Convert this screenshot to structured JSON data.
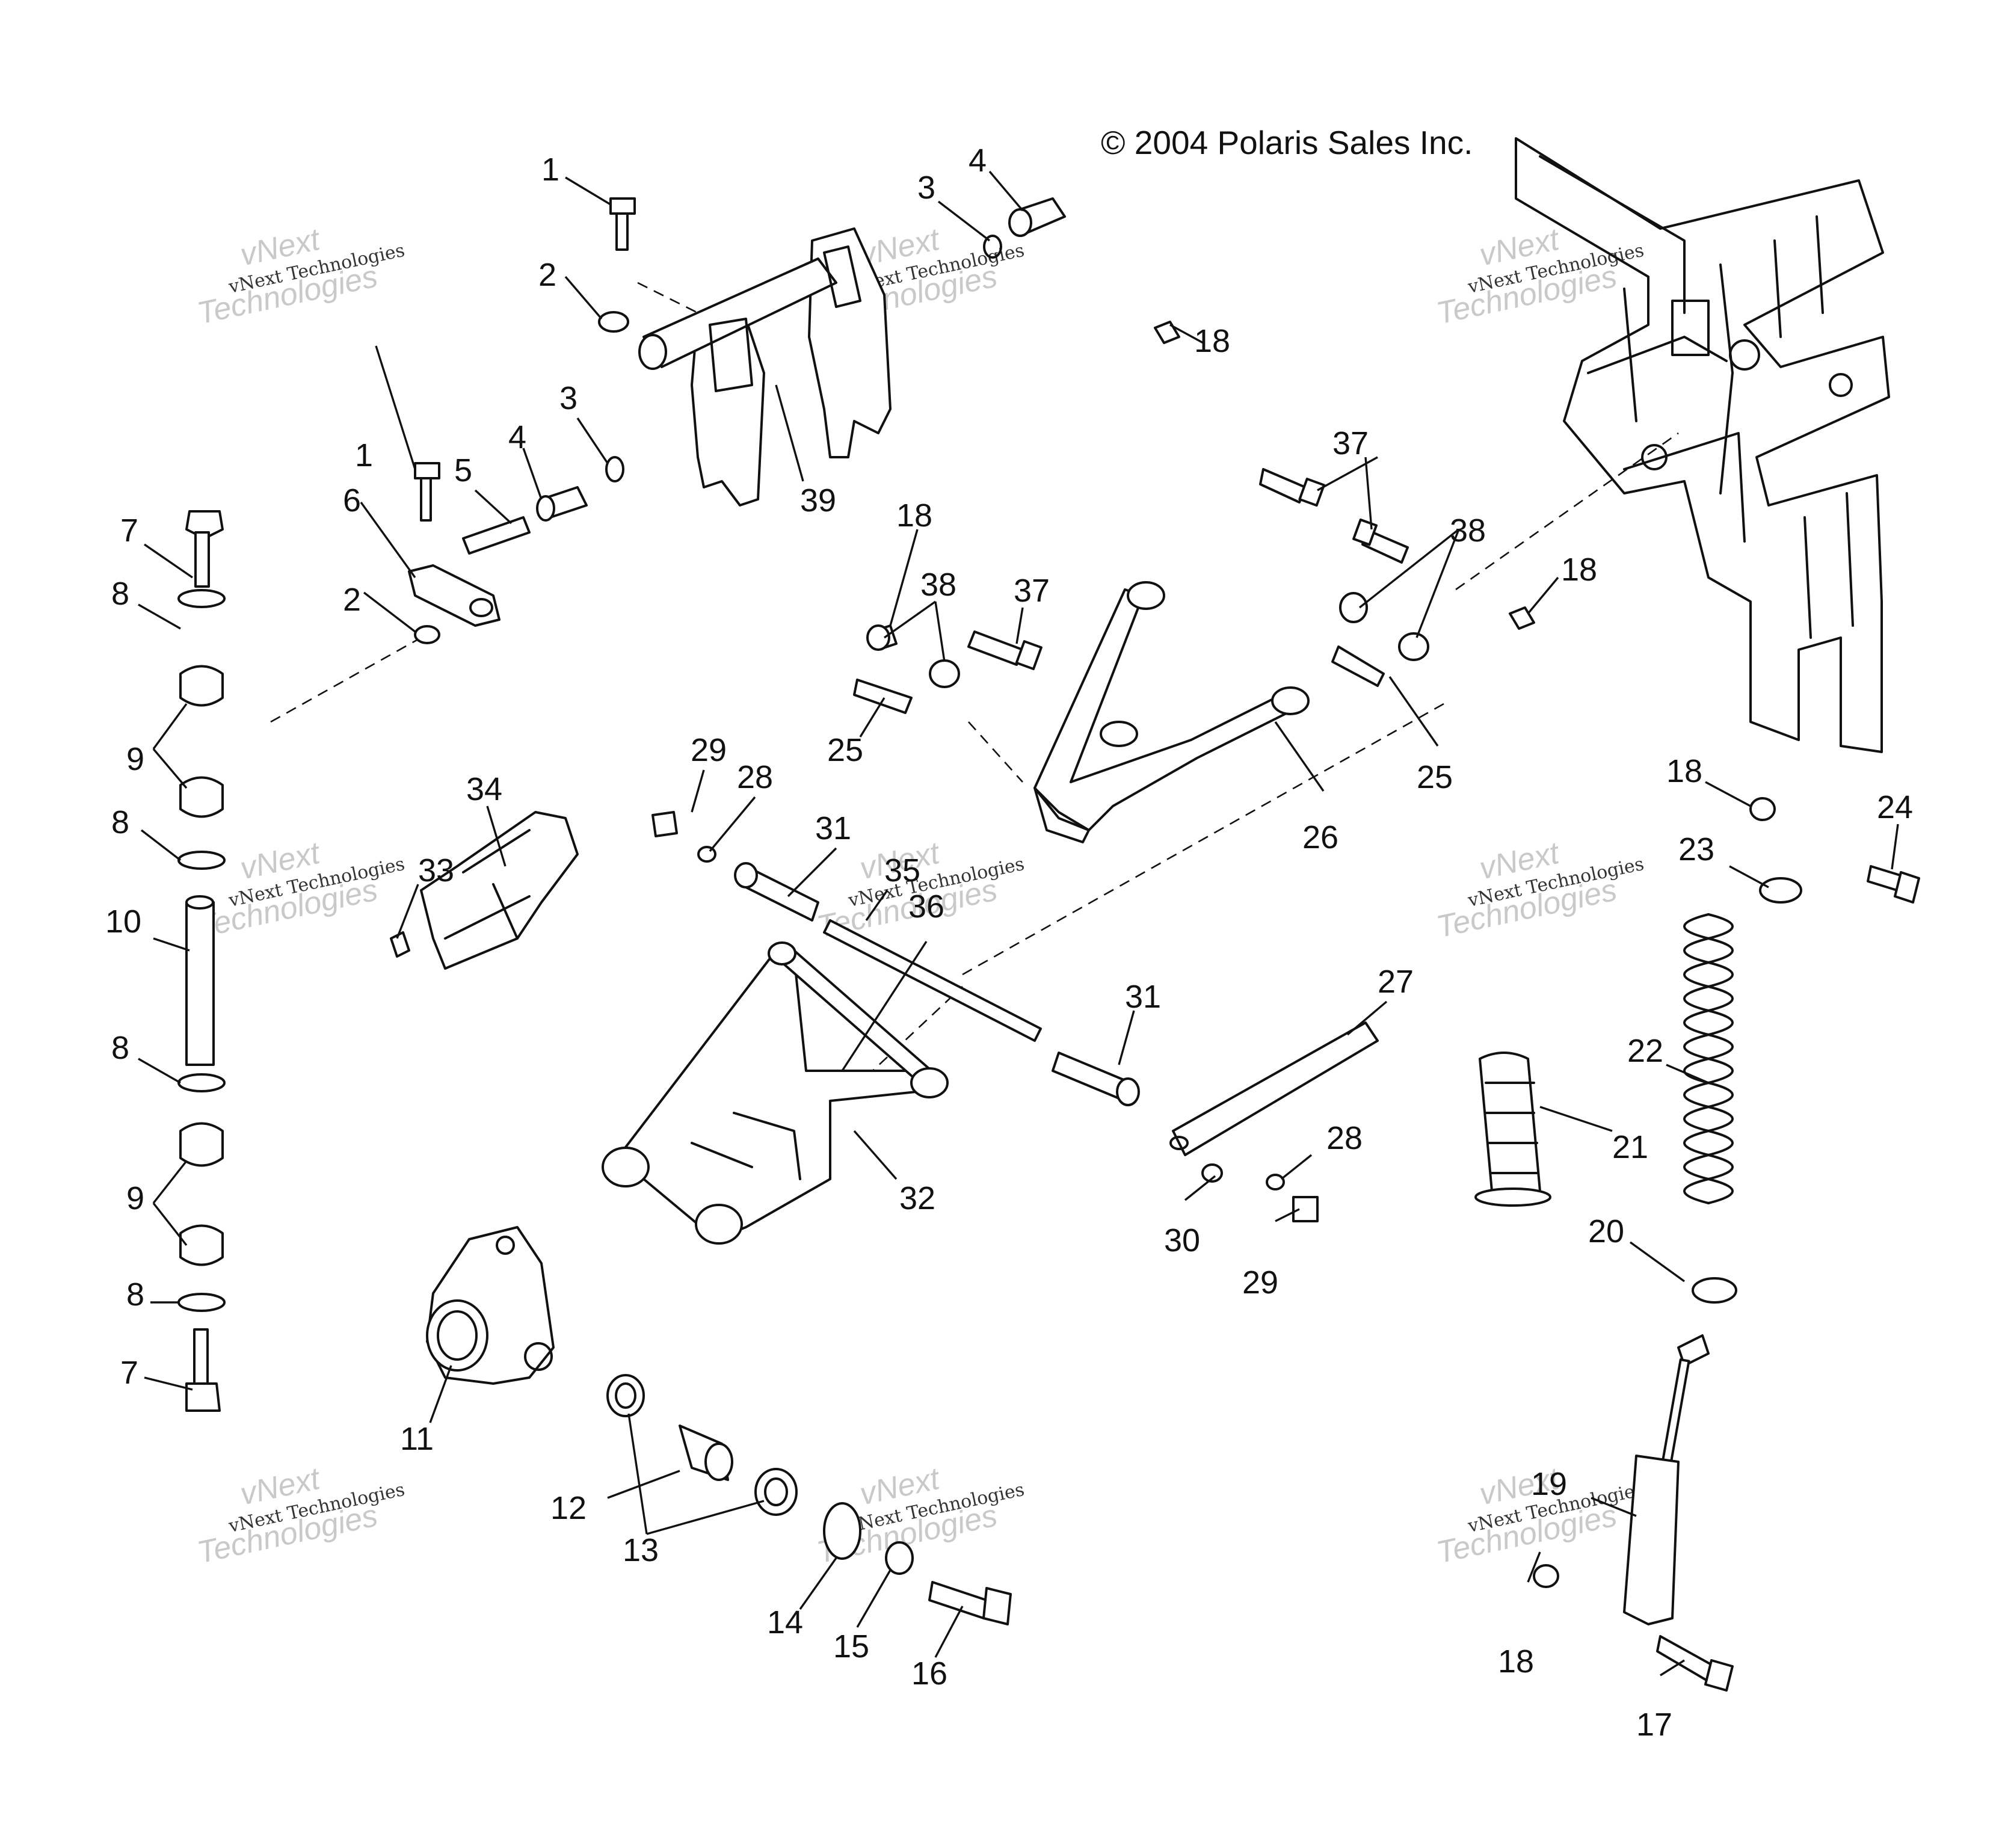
{
  "copyright": "© 2004 Polaris Sales Inc.",
  "watermark": {
    "line1": "vNext",
    "line2": "vNext Technologies",
    "line3": "Technologies"
  },
  "callouts": [
    "1",
    "2",
    "3",
    "4",
    "5",
    "6",
    "7",
    "8",
    "9",
    "10",
    "11",
    "12",
    "13",
    "14",
    "15",
    "16",
    "17",
    "18",
    "19",
    "20",
    "21",
    "22",
    "23",
    "24",
    "25",
    "26",
    "27",
    "28",
    "29",
    "30",
    "31",
    "32",
    "33",
    "34",
    "35",
    "36",
    "37",
    "38",
    "39"
  ]
}
